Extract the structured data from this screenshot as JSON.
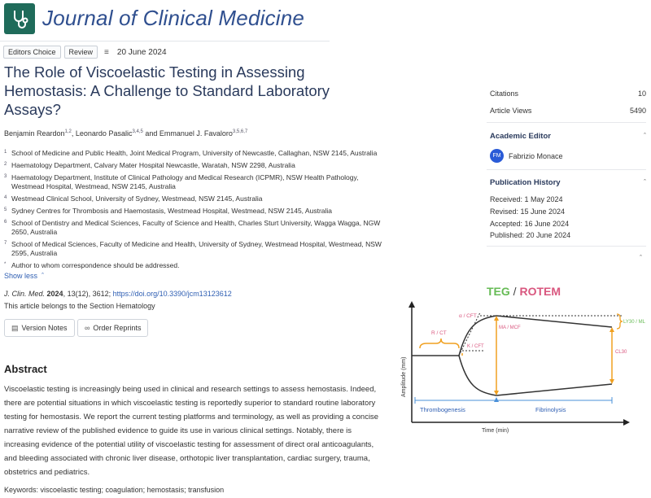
{
  "header": {
    "journal_name": "Journal of Clinical Medicine"
  },
  "badges": {
    "editors_choice": "Editors Choice",
    "review": "Review",
    "date": "20 June 2024"
  },
  "article": {
    "title": "The Role of Viscoelastic Testing in Assessing Hemostasis: A Challenge to Standard Laboratory Assays?",
    "authors": [
      {
        "name": "Benjamin Reardon",
        "sup": "1,2"
      },
      {
        "name": "Leonardo Pasalic",
        "sup": "3,4,5"
      },
      {
        "name": "Emmanuel J. Favaloro",
        "sup": "3,5,6,7"
      }
    ],
    "author_sep": ", ",
    "author_and": " and ",
    "affiliations": [
      {
        "num": "1",
        "text": "School of Medicine and Public Health, Joint Medical Program, University of Newcastle, Callaghan, NSW 2145, Australia"
      },
      {
        "num": "2",
        "text": "Haematology Department, Calvary Mater Hospital Newcastle, Waratah, NSW 2298, Australia"
      },
      {
        "num": "3",
        "text": "Haematology Department, Institute of Clinical Pathology and Medical Research (ICPMR), NSW Health Pathology, Westmead Hospital, Westmead, NSW 2145, Australia"
      },
      {
        "num": "4",
        "text": "Westmead Clinical School, University of Sydney, Westmead, NSW 2145, Australia"
      },
      {
        "num": "5",
        "text": "Sydney Centres for Thrombosis and Haemostasis, Westmead Hospital, Westmead, NSW 2145, Australia"
      },
      {
        "num": "6",
        "text": "School of Dentistry and Medical Sciences, Faculty of Science and Health, Charles Sturt University, Wagga Wagga, NGW 2650, Australia"
      },
      {
        "num": "7",
        "text": "School of Medical Sciences, Faculty of Medicine and Health, University of Sydney, Westmead Hospital, Westmead, NSW 2595, Australia"
      },
      {
        "num": "*",
        "text": "Author to whom correspondence should be addressed."
      }
    ],
    "show_less": "Show less",
    "citation_prefix": "J. Clin. Med.",
    "citation_year": "2024",
    "citation_rest": ", 13(12), 3612;",
    "doi": "https://doi.org/10.3390/jcm13123612",
    "section_note": "This article belongs to the Section Hematology",
    "version_notes": "Version Notes",
    "order_reprints": "Order Reprints",
    "abstract_heading": "Abstract",
    "abstract": "Viscoelastic testing is increasingly being used in clinical and research settings to assess hemostasis. Indeed, there are potential situations in which viscoelastic testing is reportedly superior to standard routine laboratory testing for hemostasis. We report the current testing platforms and terminology, as well as providing a concise narrative review of the published evidence to guide its use in various clinical settings. Notably, there is increasing evidence of the potential utility of viscoelastic testing for assessment of direct oral anticoagulants, and bleeding associated with chronic liver disease, orthotopic liver transplantation, cardiac surgery, trauma, obstetrics and pediatrics.",
    "keywords": "Keywords: viscoelastic testing; coagulation; hemostasis; transfusion"
  },
  "sidebar": {
    "citations_label": "Citations",
    "citations_value": "10",
    "views_label": "Article Views",
    "views_value": "5490",
    "academic_editor_heading": "Academic Editor",
    "editor_initials": "FM",
    "editor_name": "Fabrizio Monace",
    "history_heading": "Publication History",
    "history": [
      "Received: 1 May 2024",
      "Revised: 15 June 2024",
      "Accepted: 16 June 2024",
      "Published: 20 June 2024"
    ]
  },
  "figure": {
    "title_teg": "TEG",
    "title_slash": "/",
    "title_rotem": "ROTEM",
    "labels": {
      "r_ct": "R / CT",
      "a_cft": "α / CFT",
      "k_cft": "K / CFT",
      "ma_mcf": "MA / MCF",
      "ly30": "LY30 / ML",
      "cl30": "CL30",
      "y_axis": "Amplitude (mm)",
      "x_axis": "Time (min)",
      "thrombogenesis": "Thrombogenesis",
      "fibrinolysis": "Fibrinolysis"
    }
  },
  "colors": {
    "journal_green": "#1f6b5a",
    "title_blue": "#2a3a5c",
    "link_blue": "#2f5fb3",
    "teg_green": "#66bb55",
    "rotem_pink": "#d9577f",
    "orange": "#f0a020",
    "axis_blue": "#4a90d9"
  }
}
